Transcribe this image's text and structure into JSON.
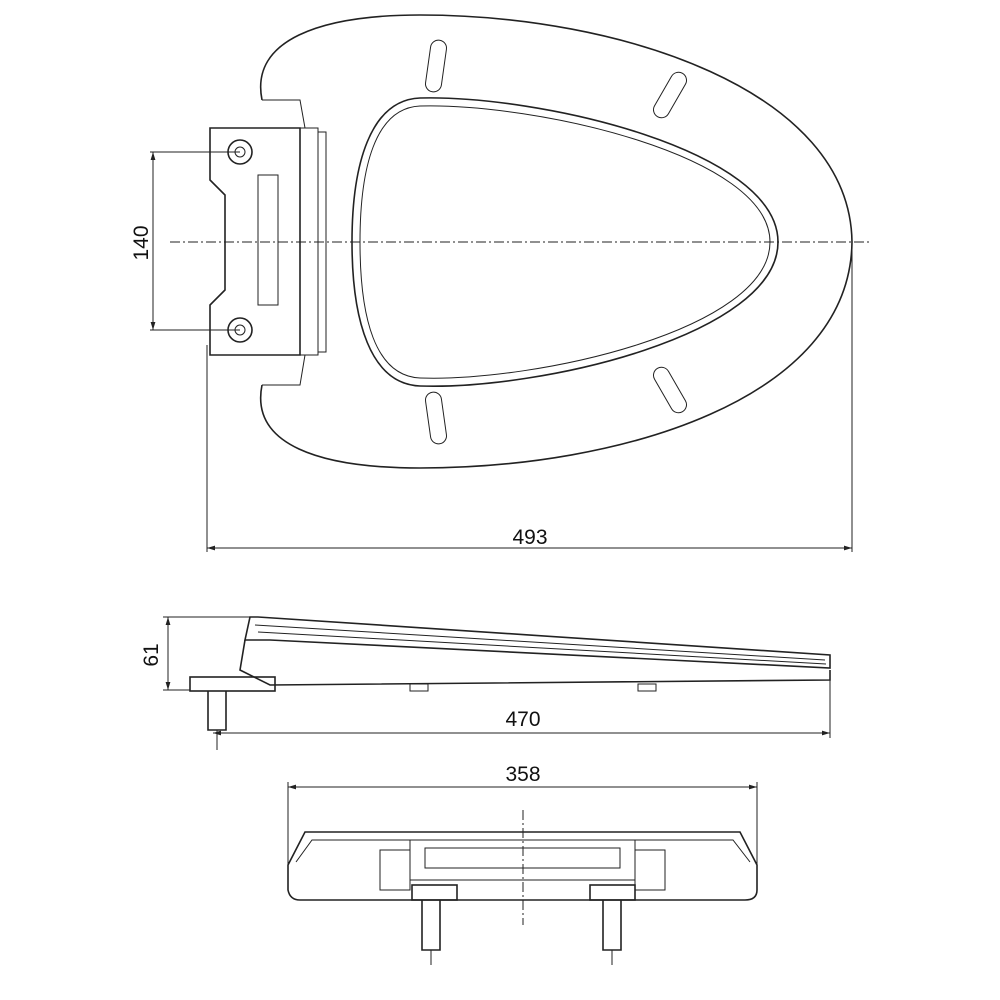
{
  "drawing": {
    "top_view": {
      "hinge_spacing": "140",
      "overall_length": "493"
    },
    "side_view": {
      "height": "61",
      "length": "470"
    },
    "front_view": {
      "width": "358"
    }
  }
}
